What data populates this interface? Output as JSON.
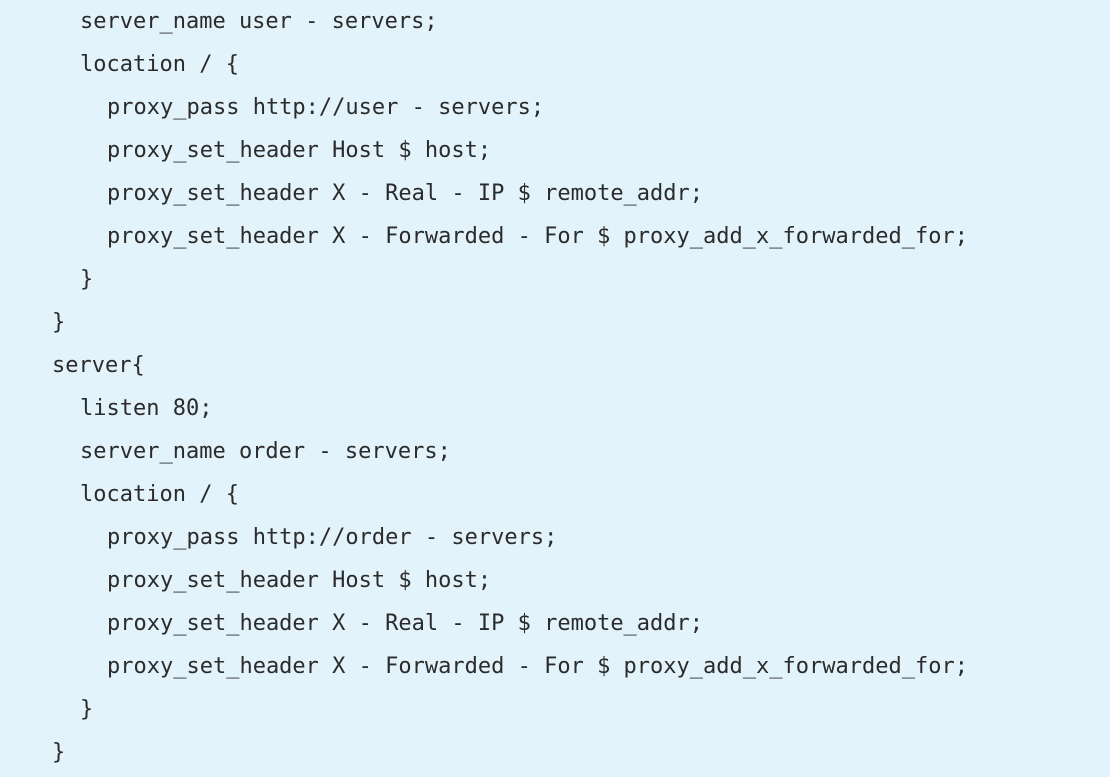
{
  "document": {
    "lines": [
      "server_name user - servers;",
      "location / {",
      "proxy_pass http://user - servers;",
      "proxy_set_header Host $ host;",
      "proxy_set_header X - Real - IP $ remote_addr;",
      "proxy_set_header X - Forwarded - For $ proxy_add_x_forwarded_for;",
      "}",
      "}",
      "server{",
      "listen 80;",
      "server_name order - servers;",
      "location / {",
      "proxy_pass http://order - servers;",
      "proxy_set_header Host $ host;",
      "proxy_set_header X - Real - IP $ remote_addr;",
      "proxy_set_header X - Forwarded - For $ proxy_add_x_forwarded_for;",
      "}",
      "}"
    ]
  }
}
